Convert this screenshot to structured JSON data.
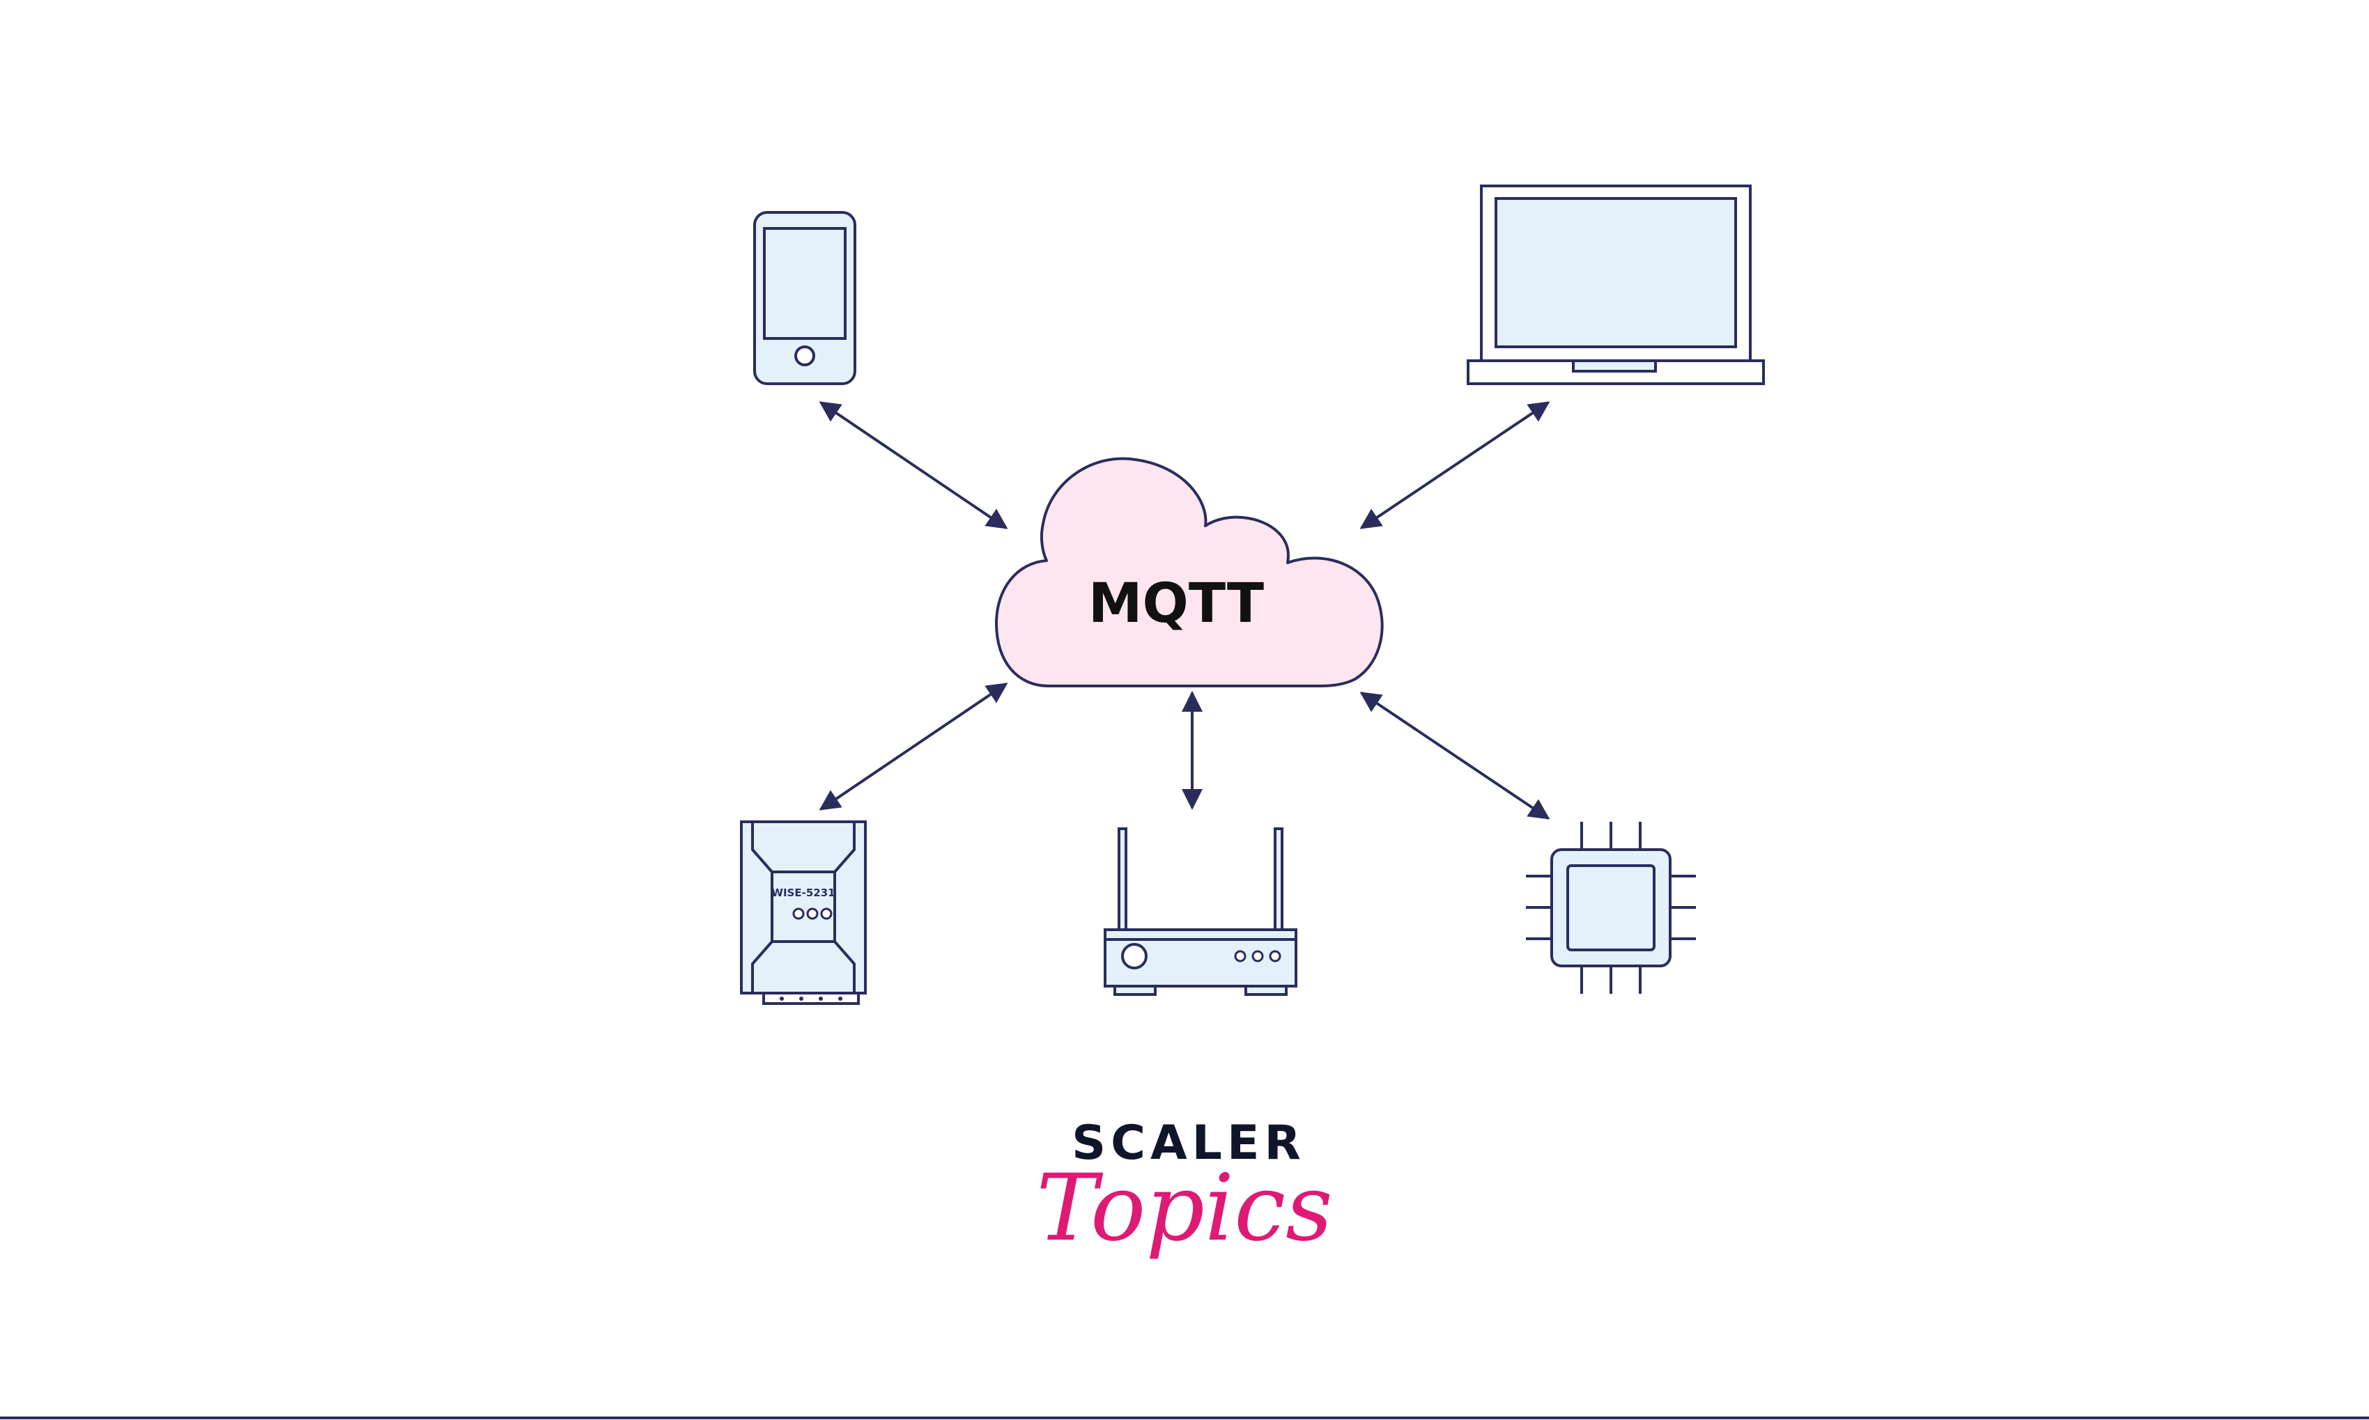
{
  "cloud": {
    "label": "MQTT"
  },
  "devices": {
    "gateway_label": "WISE-5231"
  },
  "brand": {
    "line1": "SCALER",
    "line2": "Topics"
  },
  "colors": {
    "stroke": "#2a2d5c",
    "device_fill": "#e4f1fb",
    "cloud_fill": "#fde6f0",
    "brand_dark": "#10152b",
    "brand_accent": "#de1a75",
    "bottom_rule": "#2a2d5c"
  },
  "icons": [
    "smartphone-icon",
    "laptop-icon",
    "cloud-icon",
    "gateway-device-icon",
    "router-icon",
    "microchip-icon"
  ]
}
